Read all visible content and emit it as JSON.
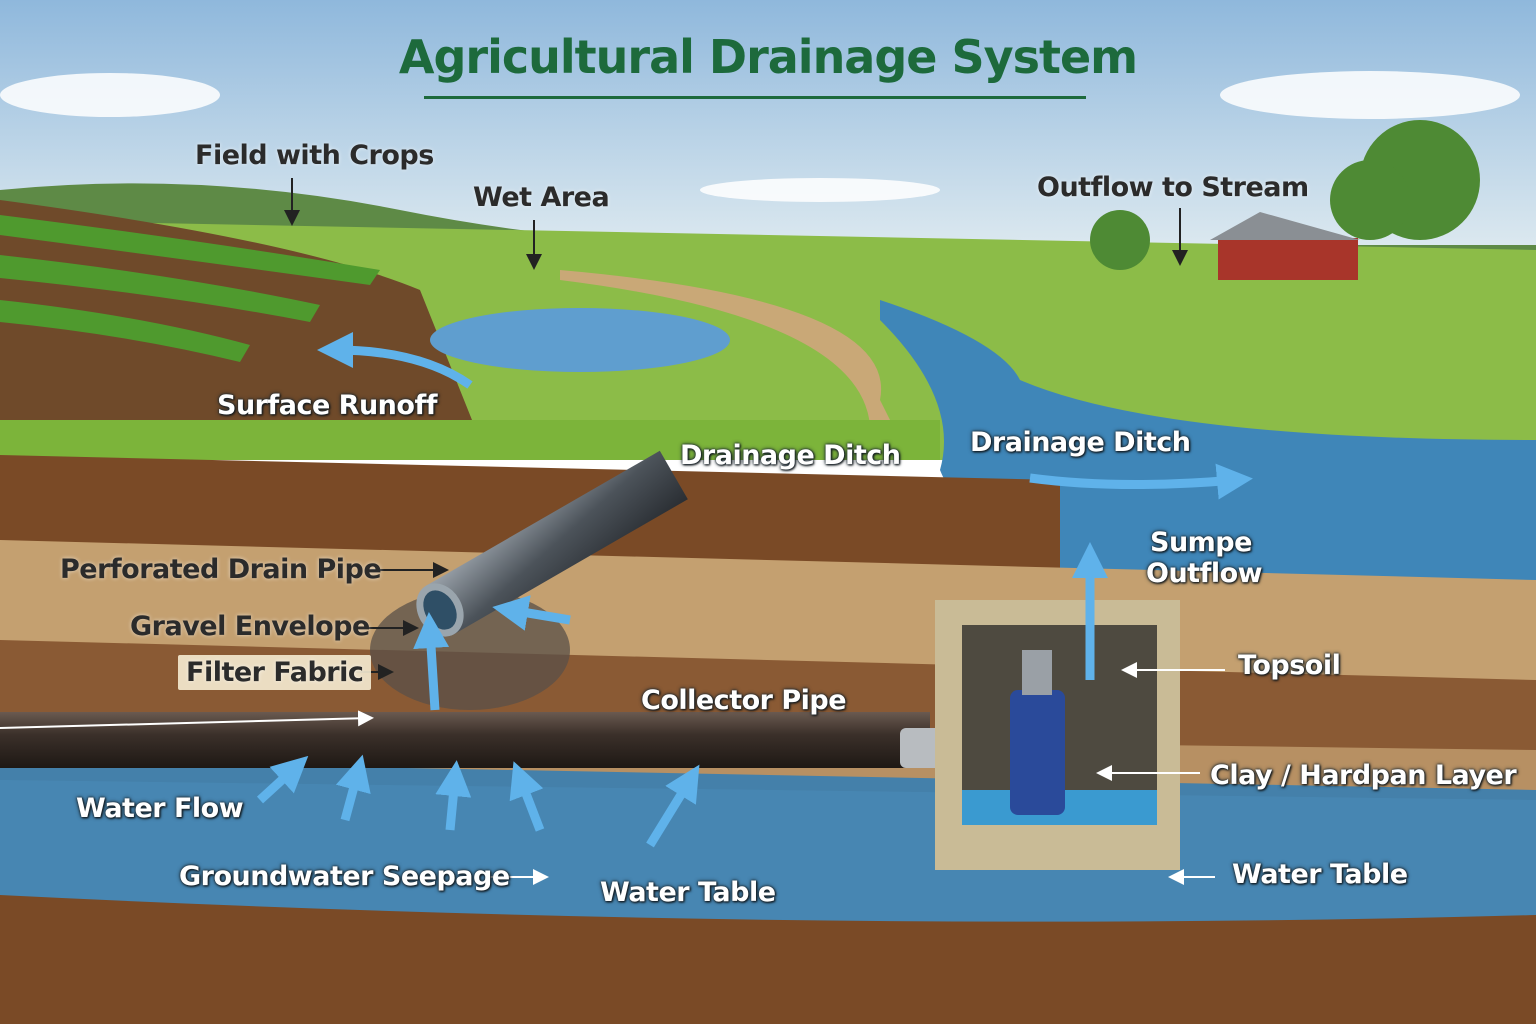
{
  "title": "Agricultural Drainage System",
  "labels": {
    "field_with_crops": "Field with Crops",
    "wet_area": "Wet Area",
    "outflow_to_stream": "Outflow to Stream",
    "surface_runoff": "Surface Runoff",
    "drainage_ditch_left": "Drainage Ditch",
    "drainage_ditch_right": "Drainage Ditch",
    "sumpe_outflow_1": "Sumpe",
    "sumpe_outflow_2": "Outflow",
    "perforated_drain_pipe": "Perforated Drain Pipe",
    "gravel_envelope": "Gravel Envelope",
    "filter_fabric": "Filter Fabric",
    "collector_pipe": "Collector Pipe",
    "topsoil": "Topsoil",
    "clay_hardpan": "Clay / Hardpan Layer",
    "water_flow": "Water Flow",
    "groundwater_seepage": "Groundwater Seepage",
    "water_table_center": "Water Table",
    "water_table_right": "Water Table"
  },
  "colors": {
    "title": "#1d6a3c",
    "sky_top": "#8fb8dc",
    "grass": "#7fb23a",
    "soil": "#7a4a26",
    "water": "#3f8fc4",
    "arrow": "#5fb2ea"
  }
}
